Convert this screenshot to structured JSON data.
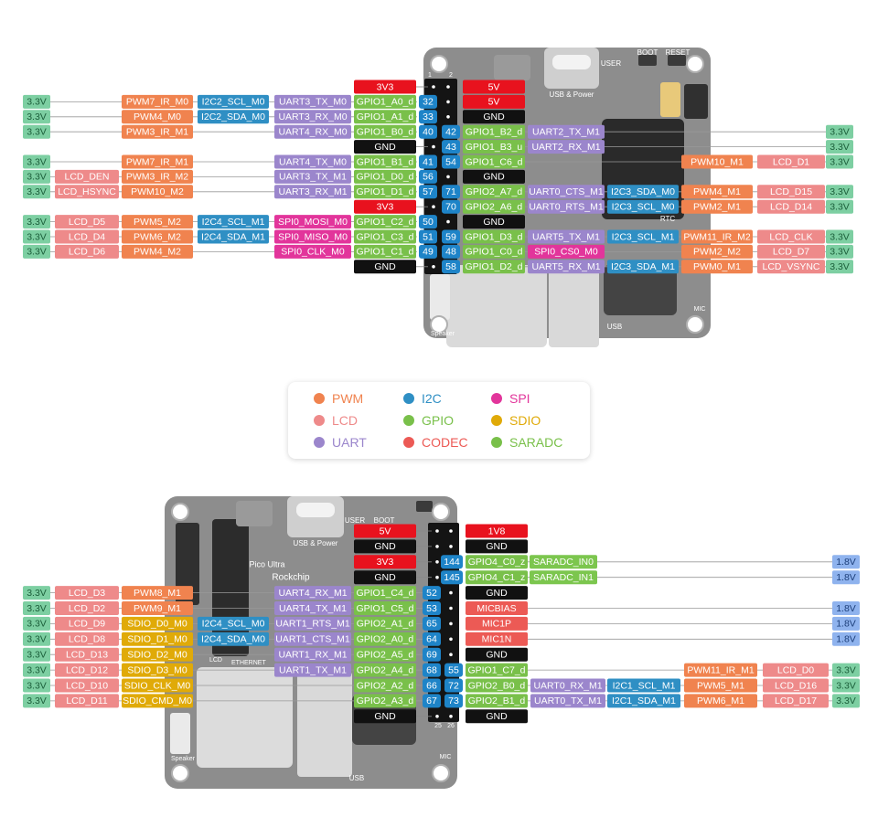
{
  "colors": {
    "PWM": "#f0834f",
    "LCD": "#ee8a8a",
    "UART": "#9b86cc",
    "I2C": "#2f8fc4",
    "GPIO": "#79c04a",
    "SPI": "#e2359b",
    "SDIO": "#e0aa08",
    "CODEC": "#ec5a55",
    "SARADC": "#79c04a",
    "V33": "#7dcfa2",
    "V18": "#8fb3ee",
    "PWR": "#e8121e",
    "GND": "#111111",
    "PIN": "#1e84c8",
    "ADC": "#7cc64e"
  },
  "legend": [
    {
      "label": "PWM",
      "color": "#f0834f"
    },
    {
      "label": "I2C",
      "color": "#2f8fc4"
    },
    {
      "label": "SPI",
      "color": "#e2359b"
    },
    {
      "label": "LCD",
      "color": "#ee8a8a"
    },
    {
      "label": "GPIO",
      "color": "#79c04a"
    },
    {
      "label": "SDIO",
      "color": "#e0aa08"
    },
    {
      "label": "UART",
      "color": "#9b86cc"
    },
    {
      "label": "CODEC",
      "color": "#ec5a55"
    },
    {
      "label": "SARADC",
      "color": "#79c04a"
    }
  ],
  "top_board": {
    "silk": {
      "user": "USER",
      "boot": "BOOT",
      "reset": "RESET",
      "usb_power": "USB & Power",
      "rtc": "RTC",
      "speaker": "Speaker",
      "usb": "USB",
      "mic": "MIC",
      "header_1": "1",
      "header_2": "2"
    },
    "left": [
      {
        "v": "3V3",
        "t": "PWR"
      },
      {
        "v": "3.3V",
        "t": "V33",
        "f": [
          "PWM7_IR_M0",
          "I2C2_SCL_M0",
          "UART3_TX_M0",
          "GPIO1_A0_d"
        ],
        "p": "32"
      },
      {
        "v": "3.3V",
        "t": "V33",
        "f": [
          "PWM4_M0",
          "I2C2_SDA_M0",
          "UART3_RX_M0",
          "GPIO1_A1_d"
        ],
        "p": "33"
      },
      {
        "v": "3.3V",
        "t": "V33",
        "f": [
          "PWM3_IR_M1",
          "",
          "UART4_RX_M0",
          "GPIO1_B0_d"
        ],
        "p": "40"
      },
      {
        "v": "GND",
        "t": "GND"
      },
      {
        "v": "3.3V",
        "t": "V33",
        "f": [
          "PWM7_IR_M1",
          "",
          "UART4_TX_M0",
          "GPIO1_B1_d"
        ],
        "p": "41"
      },
      {
        "v": "3.3V",
        "t": "V33",
        "lcd": "LCD_DEN",
        "f": [
          "PWM3_IR_M2",
          "",
          "UART3_TX_M1",
          "GPIO1_D0_d"
        ],
        "p": "56"
      },
      {
        "v": "3.3V",
        "t": "V33",
        "lcd": "LCD_HSYNC",
        "f": [
          "PWM10_M2",
          "",
          "UART3_RX_M1",
          "GPIO1_D1_d"
        ],
        "p": "57"
      },
      {
        "v": "3V3",
        "t": "PWR"
      },
      {
        "v": "3.3V",
        "t": "V33",
        "lcd": "LCD_D5",
        "f": [
          "PWM5_M2",
          "I2C4_SCL_M1",
          "SPI0_MOSI_M0",
          "GPIO1_C2_d"
        ],
        "p": "50"
      },
      {
        "v": "3.3V",
        "t": "V33",
        "lcd": "LCD_D4",
        "f": [
          "PWM6_M2",
          "I2C4_SDA_M1",
          "SPI0_MISO_M0",
          "GPIO1_C3_d"
        ],
        "p": "51"
      },
      {
        "v": "3.3V",
        "t": "V33",
        "lcd": "LCD_D6",
        "f": [
          "PWM4_M2",
          "",
          "SPI0_CLK_M0",
          "GPIO1_C1_d"
        ],
        "p": "49"
      },
      {
        "v": "GND",
        "t": "GND"
      }
    ],
    "right": [
      {
        "v": "5V",
        "t": "PWR"
      },
      {
        "v": "5V",
        "t": "PWR"
      },
      {
        "v": "GND",
        "t": "GND"
      },
      {
        "p": "42",
        "g": "GPIO1_B2_d",
        "u": "UART2_TX_M1",
        "volt": "3.3V"
      },
      {
        "p": "43",
        "g": "GPIO1_B3_u",
        "u": "UART2_RX_M1",
        "volt": "3.3V"
      },
      {
        "p": "54",
        "g": "GPIO1_C6_d",
        "pwm": "PWM10_M1",
        "lcd": "LCD_D1",
        "volt": "3.3V"
      },
      {
        "v": "GND",
        "t": "GND"
      },
      {
        "p": "71",
        "g": "GPIO2_A7_d",
        "u": "UART0_CTS_M1",
        "i2c": "I2C3_SDA_M0",
        "pwm": "PWM4_M1",
        "lcd": "LCD_D15",
        "volt": "3.3V"
      },
      {
        "p": "70",
        "g": "GPIO2_A6_d",
        "u": "UART0_RTS_M1",
        "i2c": "I2C3_SCL_M0",
        "pwm": "PWM2_M1",
        "lcd": "LCD_D14",
        "volt": "3.3V"
      },
      {
        "v": "GND",
        "t": "GND"
      },
      {
        "p": "59",
        "g": "GPIO1_D3_d",
        "u": "UART5_TX_M1",
        "i2c": "I2C3_SCL_M1",
        "pwm": "PWM11_IR_M2",
        "lcd": "LCD_CLK",
        "volt": "3.3V"
      },
      {
        "p": "48",
        "g": "GPIO1_C0_d",
        "spi": "SPI0_CS0_M0",
        "pwm": "PWM2_M2",
        "lcd": "LCD_D7",
        "volt": "3.3V"
      },
      {
        "p": "58",
        "g": "GPIO1_D2_d",
        "u": "UART5_RX_M1",
        "i2c": "I2C3_SDA_M1",
        "pwm": "PWM0_M1",
        "lcd": "LCD_VSYNC",
        "volt": "3.3V"
      }
    ]
  },
  "bottom_board": {
    "silk": {
      "user": "USER",
      "boot": "BOOT",
      "usb_power": "USB & Power",
      "speaker": "Speaker",
      "usb": "USB",
      "mic": "MIC",
      "ethernet": "ETHERNET",
      "lcd": "LCD",
      "brand": "Rockchip",
      "model": "Pico Ultra",
      "header_25": "25",
      "header_26": "26"
    },
    "left": [
      {
        "v": "5V",
        "t": "PWR"
      },
      {
        "v": "GND",
        "t": "GND"
      },
      {
        "v": "3V3",
        "t": "PWR"
      },
      {
        "v": "GND",
        "t": "GND"
      },
      {
        "v": "3.3V",
        "lcd": "LCD_D3",
        "pwm": "PWM8_M1",
        "u": "UART4_RX_M1",
        "g": "GPIO1_C4_d",
        "p": "52"
      },
      {
        "v": "3.3V",
        "lcd": "LCD_D2",
        "pwm": "PWM9_M1",
        "u": "UART4_TX_M1",
        "g": "GPIO1_C5_d",
        "p": "53"
      },
      {
        "v": "3.3V",
        "lcd": "LCD_D9",
        "sd": "SDIO_D0_M0",
        "i2c": "I2C4_SCL_M0",
        "u": "UART1_RTS_M1",
        "g": "GPIO2_A1_d",
        "p": "65"
      },
      {
        "v": "3.3V",
        "lcd": "LCD_D8",
        "sd": "SDIO_D1_M0",
        "i2c": "I2C4_SDA_M0",
        "u": "UART1_CTS_M1",
        "g": "GPIO2_A0_d",
        "p": "64"
      },
      {
        "v": "3.3V",
        "lcd": "LCD_D13",
        "sd": "SDIO_D2_M0",
        "u": "UART1_RX_M1",
        "g": "GPIO2_A5_d",
        "p": "69"
      },
      {
        "v": "3.3V",
        "lcd": "LCD_D12",
        "sd": "SDIO_D3_M0",
        "u": "UART1_TX_M1",
        "g": "GPIO2_A4_d",
        "p": "68"
      },
      {
        "v": "3.3V",
        "lcd": "LCD_D10",
        "sd": "SDIO_CLK_M0",
        "g": "GPIO2_A2_d",
        "p": "66"
      },
      {
        "v": "3.3V",
        "lcd": "LCD_D11",
        "sd": "SDIO_CMD_M0",
        "g": "GPIO2_A3_d",
        "p": "67"
      },
      {
        "v": "GND",
        "t": "GND"
      }
    ],
    "right": [
      {
        "v": "1V8",
        "t": "PWR"
      },
      {
        "v": "GND",
        "t": "GND"
      },
      {
        "p": "144",
        "g": "GPIO4_C0_z",
        "adc": "SARADC_IN0",
        "volt": "1.8V"
      },
      {
        "p": "145",
        "g": "GPIO4_C1_z",
        "adc": "SARADC_IN1",
        "volt": "1.8V"
      },
      {
        "v": "GND",
        "t": "GND"
      },
      {
        "codec": "MICBIAS",
        "volt": "1.8V"
      },
      {
        "codec": "MIC1P",
        "volt": "1.8V"
      },
      {
        "codec": "MIC1N",
        "volt": "1.8V"
      },
      {
        "v": "GND",
        "t": "GND"
      },
      {
        "p": "55",
        "g": "GPIO1_C7_d",
        "pwm": "PWM11_IR_M1",
        "lcd": "LCD_D0",
        "volt": "3.3V"
      },
      {
        "p": "72",
        "g": "GPIO2_B0_d",
        "u": "UART0_RX_M1",
        "i2c": "I2C1_SCL_M1",
        "pwm": "PWM5_M1",
        "lcd": "LCD_D16",
        "volt": "3.3V"
      },
      {
        "p": "73",
        "g": "GPIO2_B1_d",
        "u": "UART0_TX_M1",
        "i2c": "I2C1_SDA_M1",
        "pwm": "PWM6_M1",
        "lcd": "LCD_D17",
        "volt": "3.3V"
      },
      {
        "v": "GND",
        "t": "GND"
      }
    ]
  }
}
